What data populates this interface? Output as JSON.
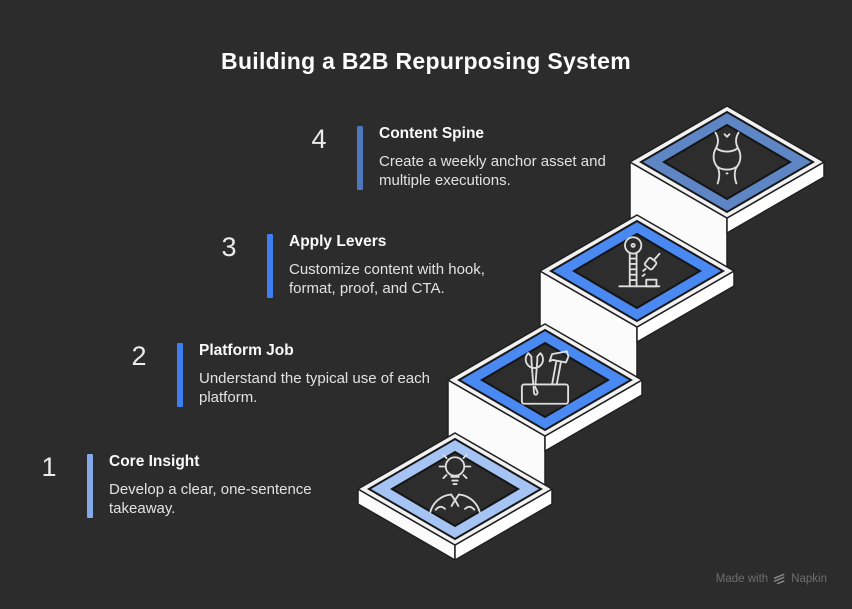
{
  "title": "Building a B2B Repurposing System",
  "steps": [
    {
      "number": "1",
      "title": "Core Insight",
      "description": "Develop a clear, one-sentence takeaway.",
      "bar_color": "#83a9e8",
      "frame_color": "#a5c4f3",
      "icon": "person-lightbulb-icon"
    },
    {
      "number": "2",
      "title": "Platform Job",
      "description": "Understand the typical use of each platform.",
      "bar_color": "#3e7ef0",
      "frame_color": "#4a88f2",
      "icon": "toolbox-icon"
    },
    {
      "number": "3",
      "title": "Apply Levers",
      "description": "Customize content with hook, format, proof, and CTA.",
      "bar_color": "#3e7ef0",
      "frame_color": "#4a88f2",
      "icon": "lever-icon"
    },
    {
      "number": "4",
      "title": "Content Spine",
      "description": "Create a weekly anchor asset and multiple executions.",
      "bar_color": "#4d78bc",
      "frame_color": "#5e85c4",
      "icon": "torso-icon"
    }
  ],
  "credit": {
    "prefix": "Made with",
    "brand": "Napkin"
  },
  "colors": {
    "background": "#2c2c2c",
    "step_top": "#f2f2f2",
    "step_side_left": "#fbfbfb",
    "step_side_right": "#ffffff",
    "diamond_inner": "#2d2d2d",
    "icon_stroke": "#dfdfdf",
    "credit_text": "#6e6e6e",
    "credit_logo": "#8b8b8b"
  }
}
